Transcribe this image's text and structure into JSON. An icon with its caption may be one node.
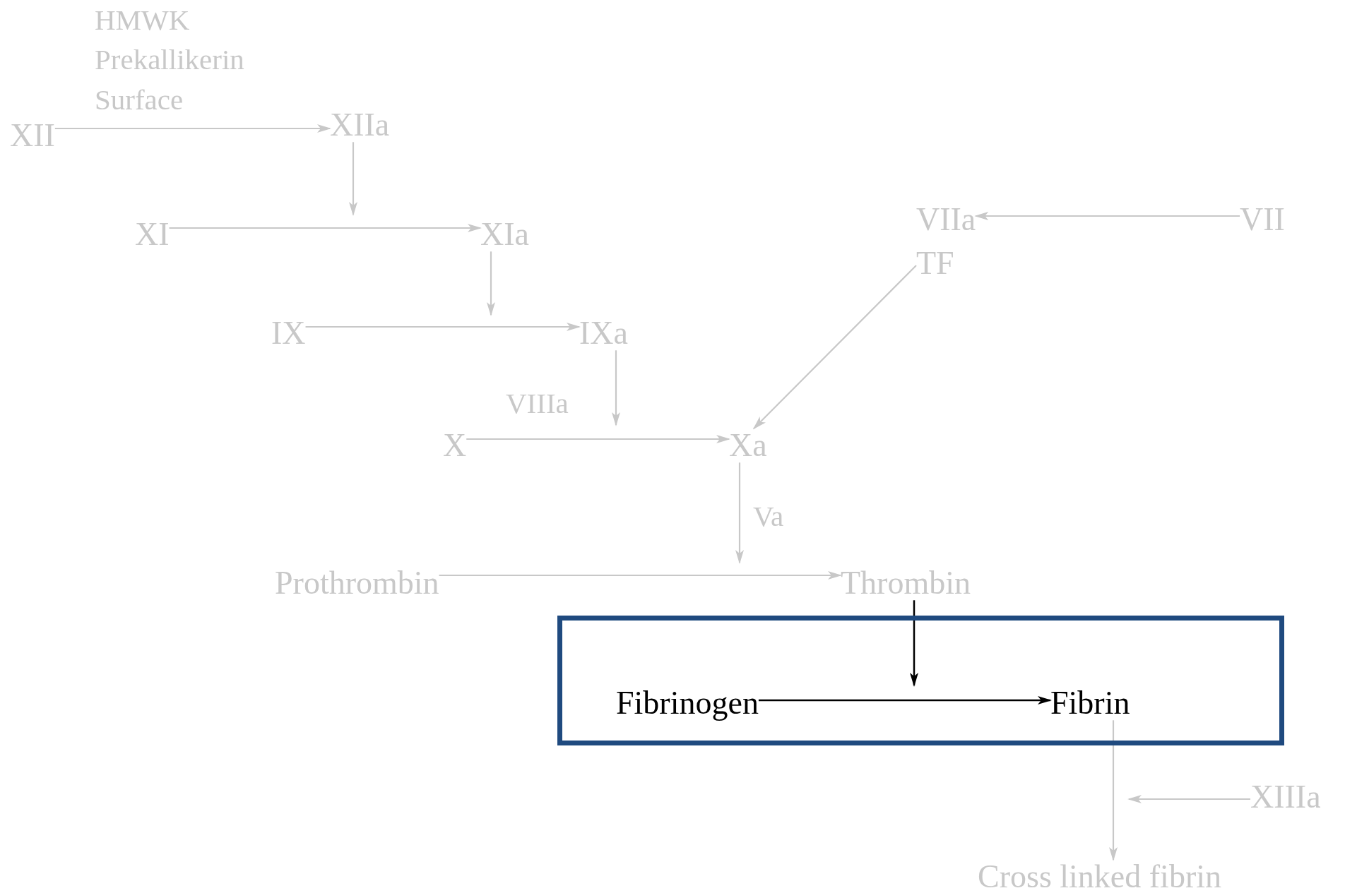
{
  "diagram": {
    "nodes": [
      {
        "text": [
          "XII"
        ]
      },
      {
        "text": [
          "XIIa"
        ]
      },
      {
        "text": [
          "XI"
        ]
      },
      {
        "text": [
          "XIa"
        ]
      },
      {
        "text": [
          "VIIa"
        ]
      },
      {
        "text": [
          "VII"
        ]
      },
      {
        "text": [
          "TF"
        ]
      },
      {
        "text": [
          "IX"
        ]
      },
      {
        "text": [
          "IXa"
        ]
      },
      {
        "text": [
          "X"
        ]
      },
      {
        "text": [
          "Xa"
        ]
      },
      {
        "text": [
          "Prothrombin"
        ]
      },
      {
        "text": [
          "Thrombin"
        ]
      },
      {
        "text": [],
        "shape": "box"
      },
      {
        "text": [
          "Fibrinogen"
        ],
        "in": 13
      },
      {
        "text": [
          "Fibrin"
        ],
        "in": 13
      },
      {
        "text": [
          "XIIIa"
        ]
      },
      {
        "text": [
          "Cross linked fibrin"
        ]
      }
    ],
    "edges": [
      {
        "from": 0,
        "to": 1,
        "arrow": "to"
      },
      {
        "from": 1,
        "to": null,
        "arrow": "to"
      },
      {
        "from": 2,
        "to": 3,
        "arrow": "to"
      },
      {
        "from": 3,
        "to": null,
        "arrow": "to"
      },
      {
        "from": 5,
        "to": 4,
        "arrow": "to"
      },
      {
        "from": 6,
        "to": 10,
        "arrow": "to"
      },
      {
        "from": 7,
        "to": 8,
        "arrow": "to"
      },
      {
        "from": 8,
        "to": null,
        "arrow": "to"
      },
      {
        "from": 9,
        "to": 10,
        "arrow": "to"
      },
      {
        "from": 10,
        "to": null,
        "arrow": "to"
      },
      {
        "from": 11,
        "to": 12,
        "arrow": "to"
      },
      {
        "from": 12,
        "to": null,
        "arrow": "to",
        "color": "#000000"
      },
      {
        "from": 14,
        "to": 15,
        "arrow": "to",
        "color": "#000000"
      },
      {
        "from": 16,
        "to": null,
        "arrow": "to"
      },
      {
        "from": 15,
        "to": 17,
        "arrow": "to"
      }
    ],
    "labels": [
      "HMWK",
      "Prekallikerin",
      "Surface",
      "VIIIa",
      "Va"
    ]
  }
}
